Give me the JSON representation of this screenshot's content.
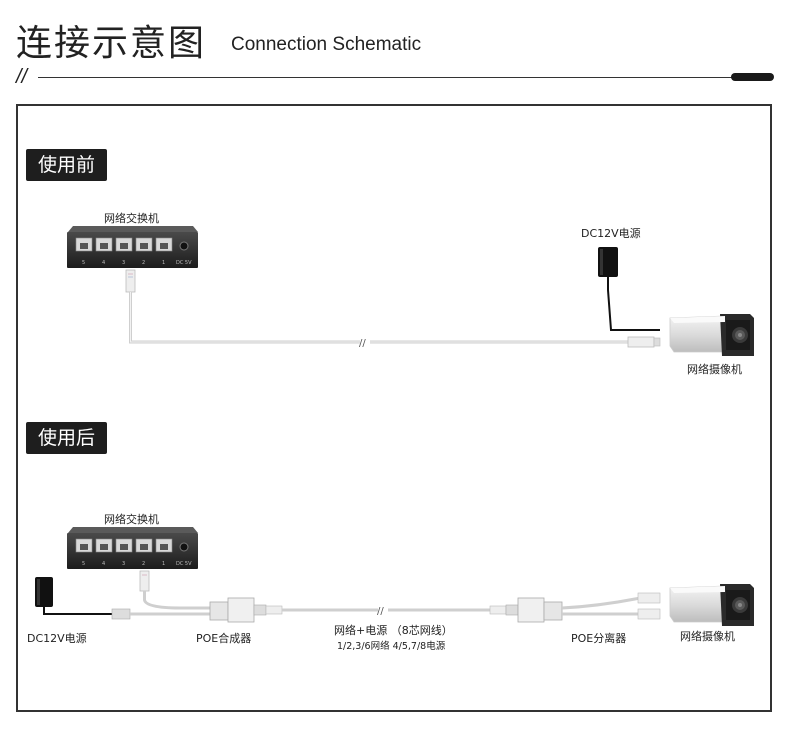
{
  "header": {
    "title_cn": "连接示意图",
    "title_en": "Connection Schematic",
    "slash": "//"
  },
  "before": {
    "badge": "使用前",
    "switch_label": "网络交换机",
    "power_label": "DC12V电源",
    "camera_label": "网络摄像机",
    "port_numbers": [
      "5",
      "4",
      "3",
      "2",
      "1",
      "DC 5V"
    ]
  },
  "after": {
    "badge": "使用后",
    "switch_label": "网络交换机",
    "power_label": "DC12V电源",
    "combiner_label": "POE合成器",
    "cable_label": "网络+电源 （8芯网线）",
    "cable_detail": "1/2,3/6网络 4/5,7/8电源",
    "splitter_label": "POE分离器",
    "camera_label": "网络摄像机",
    "port_numbers": [
      "5",
      "4",
      "3",
      "2",
      "1",
      "DC 5V"
    ]
  },
  "icons": [
    "network-switch-icon",
    "power-adapter-icon",
    "bullet-camera-icon",
    "rj45-plug-icon",
    "poe-injector-icon",
    "poe-splitter-icon"
  ]
}
